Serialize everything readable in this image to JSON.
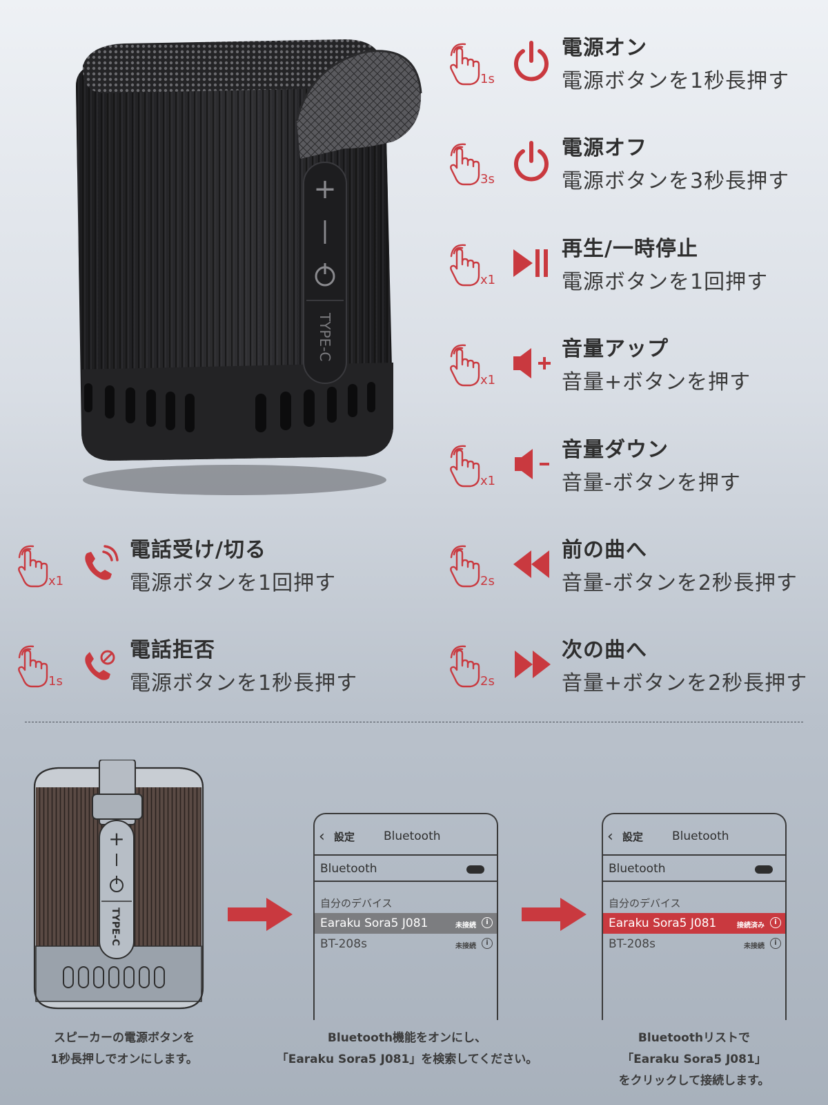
{
  "controls_right": [
    {
      "title": "電源オン",
      "desc": "電源ボタンを1秒長押す",
      "press": "1s",
      "icon": "power-icon"
    },
    {
      "title": "電源オフ",
      "desc": "電源ボタンを3秒長押す",
      "press": "3s",
      "icon": "power-icon"
    },
    {
      "title": "再生/一時停止",
      "desc": "電源ボタンを1回押す",
      "press": "x1",
      "icon": "play-pause-icon"
    },
    {
      "title": "音量アップ",
      "desc": "音量+ボタンを押す",
      "press": "x1",
      "icon": "volume-up-icon"
    },
    {
      "title": "音量ダウン",
      "desc": "音量-ボタンを押す",
      "press": "x1",
      "icon": "volume-down-icon"
    },
    {
      "title": "前の曲へ",
      "desc": "音量-ボタンを2秒長押す",
      "press": "2s",
      "icon": "previous-track-icon"
    },
    {
      "title": "次の曲へ",
      "desc": "音量+ボタンを2秒長押す",
      "press": "2s",
      "icon": "next-track-icon"
    }
  ],
  "controls_left": [
    {
      "title": "電話受け/切る",
      "desc": "電源ボタンを1回押す",
      "press": "x1",
      "icon": "phone-call-icon"
    },
    {
      "title": "電話拒否",
      "desc": "電源ボタンを1秒長押す",
      "press": "1s",
      "icon": "phone-reject-icon"
    }
  ],
  "speaker_labels": {
    "type_c": "TYPE-C"
  },
  "phone": {
    "back_label": "設定",
    "title": "Bluetooth",
    "bt_row_label": "Bluetooth",
    "section": "自分のデバイス",
    "device_main": "Earaku Sora5 J081",
    "device_other": "BT-208s",
    "status_unconnected": "未接続",
    "status_connected": "接続済み",
    "info_glyph": "i"
  },
  "captions": {
    "step1_line1": "スピーカーの電源ボタンを",
    "step1_line2": "1秒長押しでオンにします。",
    "step2_line1": "Bluetooth機能をオンにし、",
    "step2_line2": "「Earaku Sora5 J081」を検索してください。",
    "step3_line1": "Bluetoothリストで",
    "step3_line2": "「Earaku Sora5 J081」",
    "step3_line3": "をクリックして接続します。"
  },
  "colors": {
    "accent": "#c9393f",
    "text": "#2e2e2e",
    "speaker": "#2a2a2c"
  }
}
